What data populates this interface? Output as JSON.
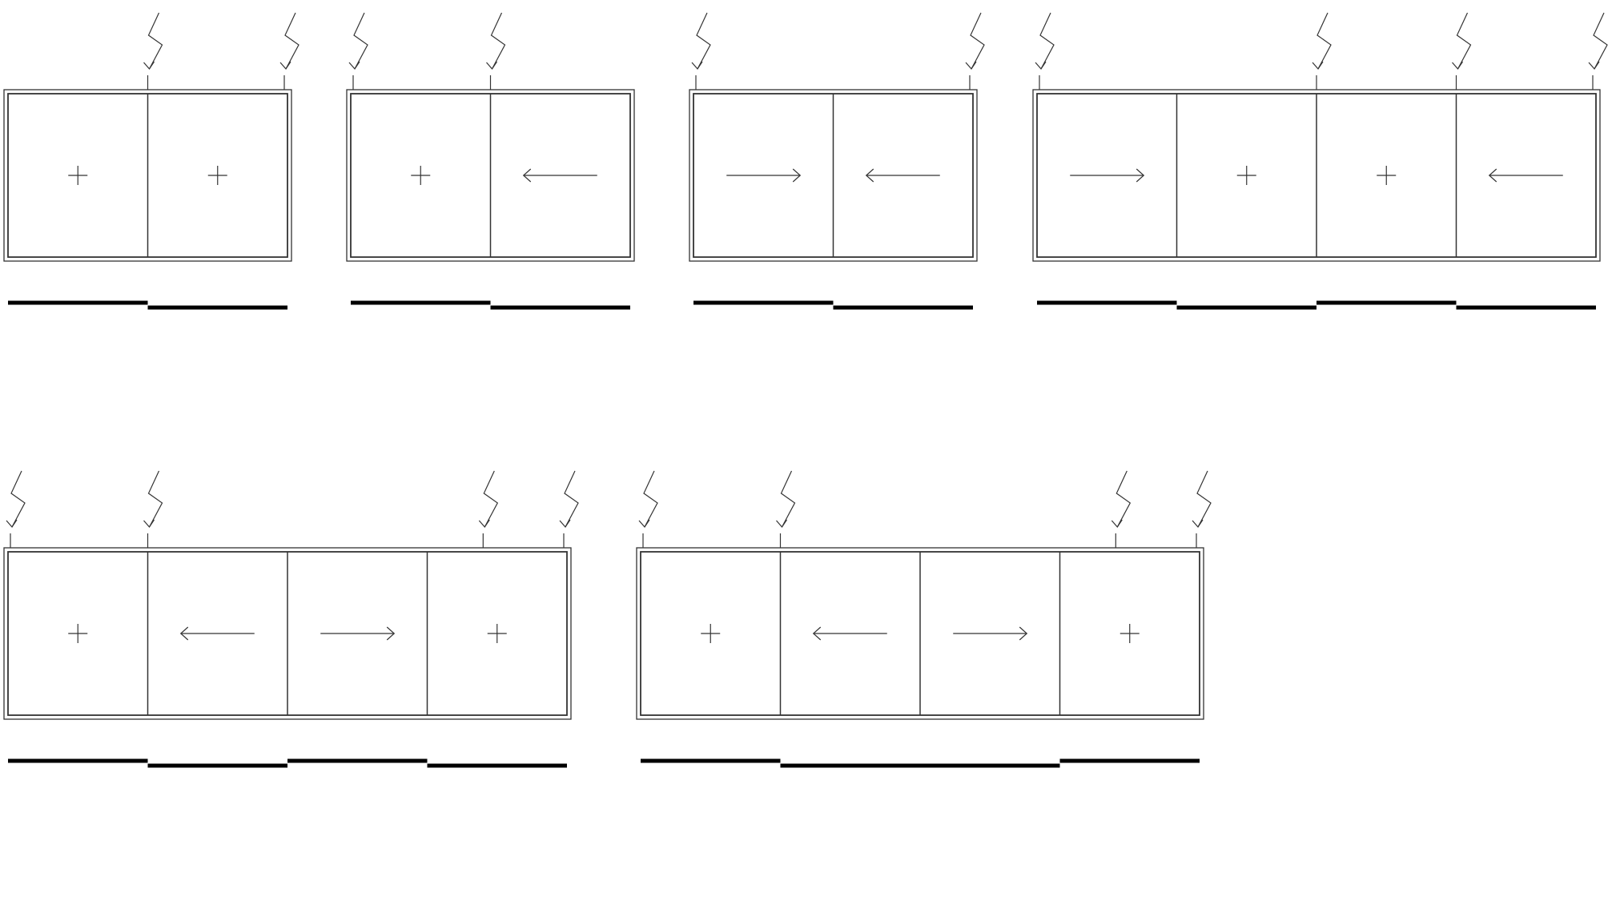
{
  "diagrams": [
    {
      "panels": [
        "fixed",
        "fixed"
      ],
      "track": [
        "front",
        "back"
      ],
      "power_points": [
        1,
        2
      ]
    },
    {
      "panels": [
        "fixed",
        "slide-left"
      ],
      "track": [
        "front",
        "back"
      ],
      "power_points": [
        0,
        1
      ]
    },
    {
      "panels": [
        "slide-right",
        "slide-left"
      ],
      "track": [
        "front",
        "back"
      ],
      "power_points": [
        0,
        2
      ]
    },
    {
      "panels": [
        "slide-right",
        "fixed",
        "fixed",
        "slide-left"
      ],
      "track": [
        "front",
        "back",
        "front",
        "back"
      ],
      "power_points": [
        0,
        2,
        3,
        4
      ]
    },
    {
      "panels": [
        "fixed",
        "slide-left",
        "slide-right",
        "fixed"
      ],
      "track": [
        "front",
        "back",
        "front",
        "back"
      ],
      "power_points": [
        0,
        1,
        3.4,
        4
      ]
    },
    {
      "panels": [
        "fixed",
        "slide-left",
        "slide-right",
        "fixed"
      ],
      "track": [
        "front",
        "back",
        "back",
        "front"
      ],
      "power_points": [
        0,
        1,
        3.4,
        4
      ]
    }
  ],
  "colors": {
    "line": "#333333",
    "track": "#000000",
    "background": "#ffffff"
  },
  "icons": {
    "fixed": "plus-icon",
    "slide-left": "arrow-left-icon",
    "slide-right": "arrow-right-icon",
    "power": "lightning-bolt-icon"
  }
}
